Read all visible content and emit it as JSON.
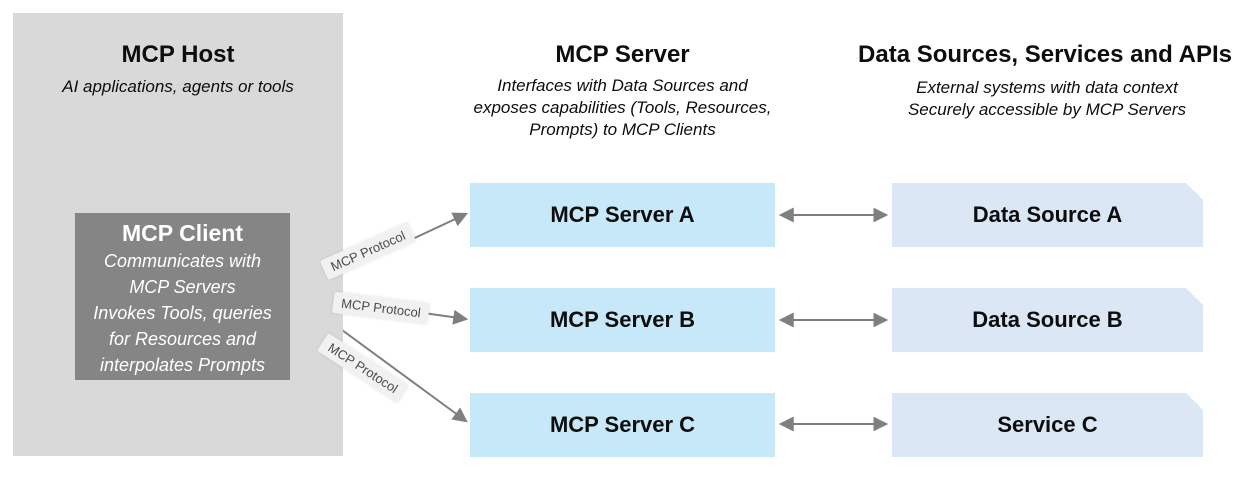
{
  "host": {
    "title": "MCP Host",
    "subtitle": "AI applications, agents or tools",
    "client": {
      "title": "MCP Client",
      "body_lines": [
        "Communicates with",
        "MCP Servers",
        "Invokes Tools, queries",
        "for Resources and",
        "interpolates Prompts"
      ]
    }
  },
  "server_column": {
    "title": "MCP Server",
    "subtitle_lines": [
      "Interfaces with Data Sources and",
      "exposes capabilities (Tools, Resources,",
      "Prompts) to MCP Clients"
    ]
  },
  "sources_column": {
    "title": "Data Sources, Services and APIs",
    "subtitle_lines": [
      "External systems with data context",
      "Securely accessible by MCP Servers"
    ]
  },
  "rows": [
    {
      "server": "MCP Server A",
      "source": "Data Source A",
      "protocol_label": "MCP Protocol"
    },
    {
      "server": "MCP Server B",
      "source": "Data Source B",
      "protocol_label": "MCP Protocol"
    },
    {
      "server": "MCP Server C",
      "source": "Service C",
      "protocol_label": "MCP Protocol"
    }
  ],
  "colors": {
    "host-fill": "#d9d9d9",
    "client-fill": "#858585",
    "server-fill": "#c7e8f8",
    "source-fill": "#dbe7f5",
    "arrow": "#7f7f7f",
    "protocol-bg": "#f1f1f1"
  }
}
